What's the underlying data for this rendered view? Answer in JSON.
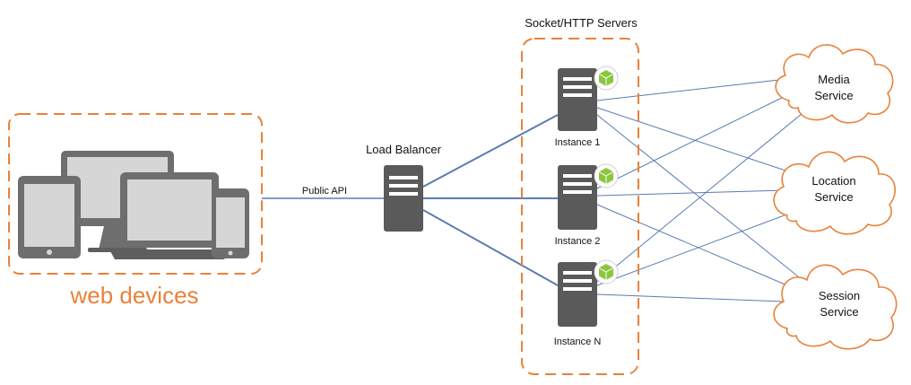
{
  "web_devices": {
    "label": "web devices"
  },
  "edge_label": "Public API",
  "load_balancer": {
    "label": "Load Balancer"
  },
  "servers_group": {
    "label": "Socket/HTTP Servers"
  },
  "instances": [
    {
      "label": "Instance 1"
    },
    {
      "label": "Instance 2"
    },
    {
      "label": "Instance N"
    }
  ],
  "services": [
    {
      "line1": "Media",
      "line2": "Service"
    },
    {
      "line1": "Location",
      "line2": "Service"
    },
    {
      "line1": "Session",
      "line2": "Service"
    }
  ],
  "colors": {
    "accent_orange": "#E8823A",
    "server_gray": "#5A5A5A",
    "link_blue": "#5B7BB0",
    "node_green": "#8CC63F"
  }
}
